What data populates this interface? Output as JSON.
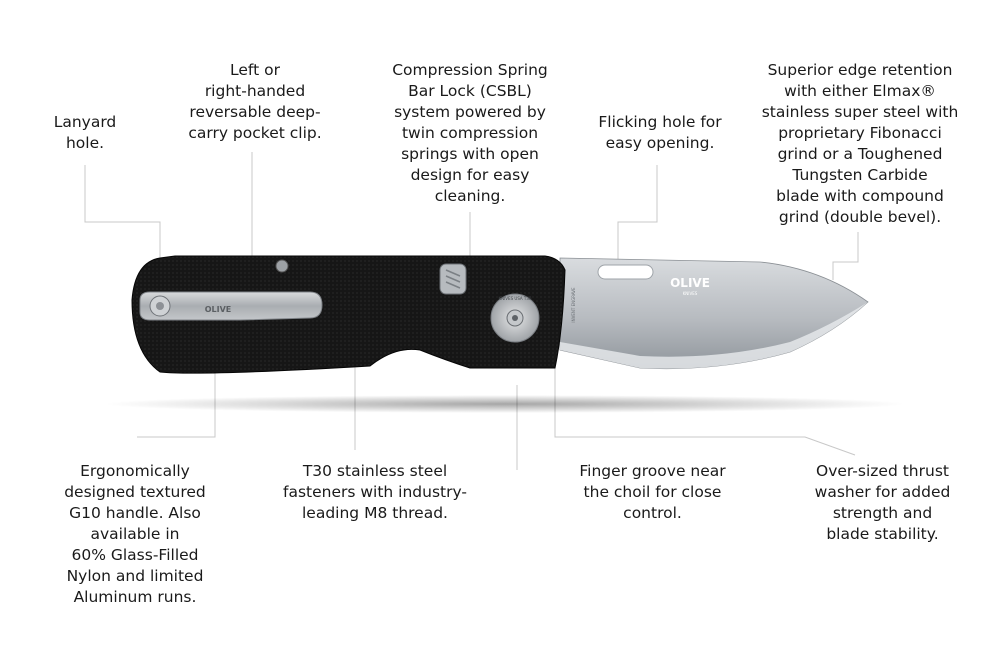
{
  "callouts": {
    "lanyard": "Lanyard\nhole.",
    "clip": "Left or\nright-handed\nreversable deep-\ncarry pocket clip.",
    "csbl": "Compression Spring\nBar Lock (CSBL)\nsystem powered by\ntwin compression\nsprings with open\ndesign for easy\ncleaning.",
    "flick": "Flicking hole for\neasy opening.",
    "edge": "Superior edge retention\nwith either Elmax®\nstainless super steel with\nproprietary Fibonacci\ngrind or a Toughened\nTungsten Carbide\nblade with compound\ngrind (double bevel).",
    "handle": "Ergonomically\ndesigned textured\nG10 handle. Also\navailable in\n60% Glass-Filled\nNylon and limited\nAluminum runs.",
    "fasteners": "T30 stainless steel\nfasteners with industry-\nleading M8 thread.",
    "groove": "Finger groove near\nthe choil for close\ncontrol.",
    "washer": "Over-sized thrust\nwasher for added\nstrength and\nblade stability."
  },
  "knife": {
    "blade_logo": "OLIVE",
    "blade_logo_sub": "KNIVES",
    "clip_logo": "OLIVE",
    "washer_text": "KNIVES USA T30",
    "blade_spine_text": "INVENT ENGRAVE"
  },
  "colors": {
    "handle": "#141414",
    "blade": "#c9cdd1",
    "clip": "#b9bcbf",
    "leader_lines": "#c8c8c8",
    "text": "#1a1a1a"
  }
}
